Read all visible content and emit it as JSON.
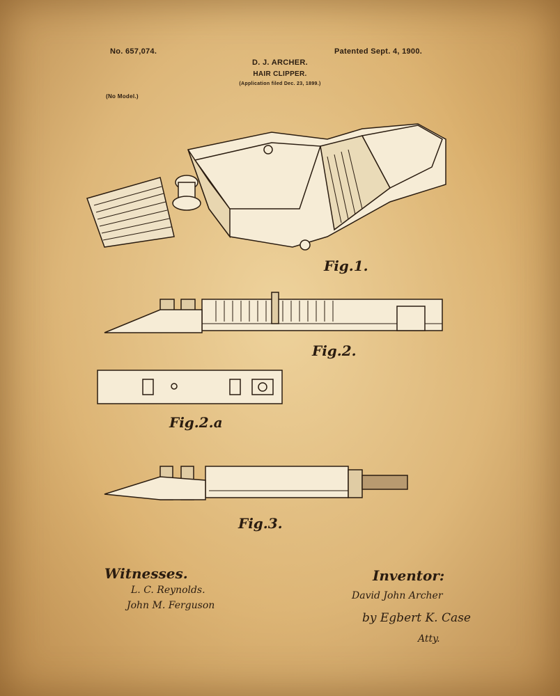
{
  "header": {
    "patent_number": "No. 657,074.",
    "patent_date": "Patented Sept. 4, 1900.",
    "inventor_name": "D. J. ARCHER.",
    "title": "HAIR CLIPPER.",
    "application": "(Application filed Dec. 23, 1899.)",
    "model_note": "(No Model.)"
  },
  "figures": {
    "fig1": "Fig.1.",
    "fig2": "Fig.2.",
    "fig2a": "Fig.2.a",
    "fig3": "Fig.3."
  },
  "footer": {
    "witnesses_label": "Witnesses.",
    "witness_1": "L. C. Reynolds.",
    "witness_2": "John M. Ferguson",
    "inventor_label": "Inventor:",
    "inventor_signature": "David John Archer",
    "attorney_signature": "by Egbert K. Case",
    "attorney_abbrev": "Atty."
  },
  "colors": {
    "paper": "#dcb479",
    "ink": "#2a1c10",
    "fill": "#f6ecd6"
  }
}
